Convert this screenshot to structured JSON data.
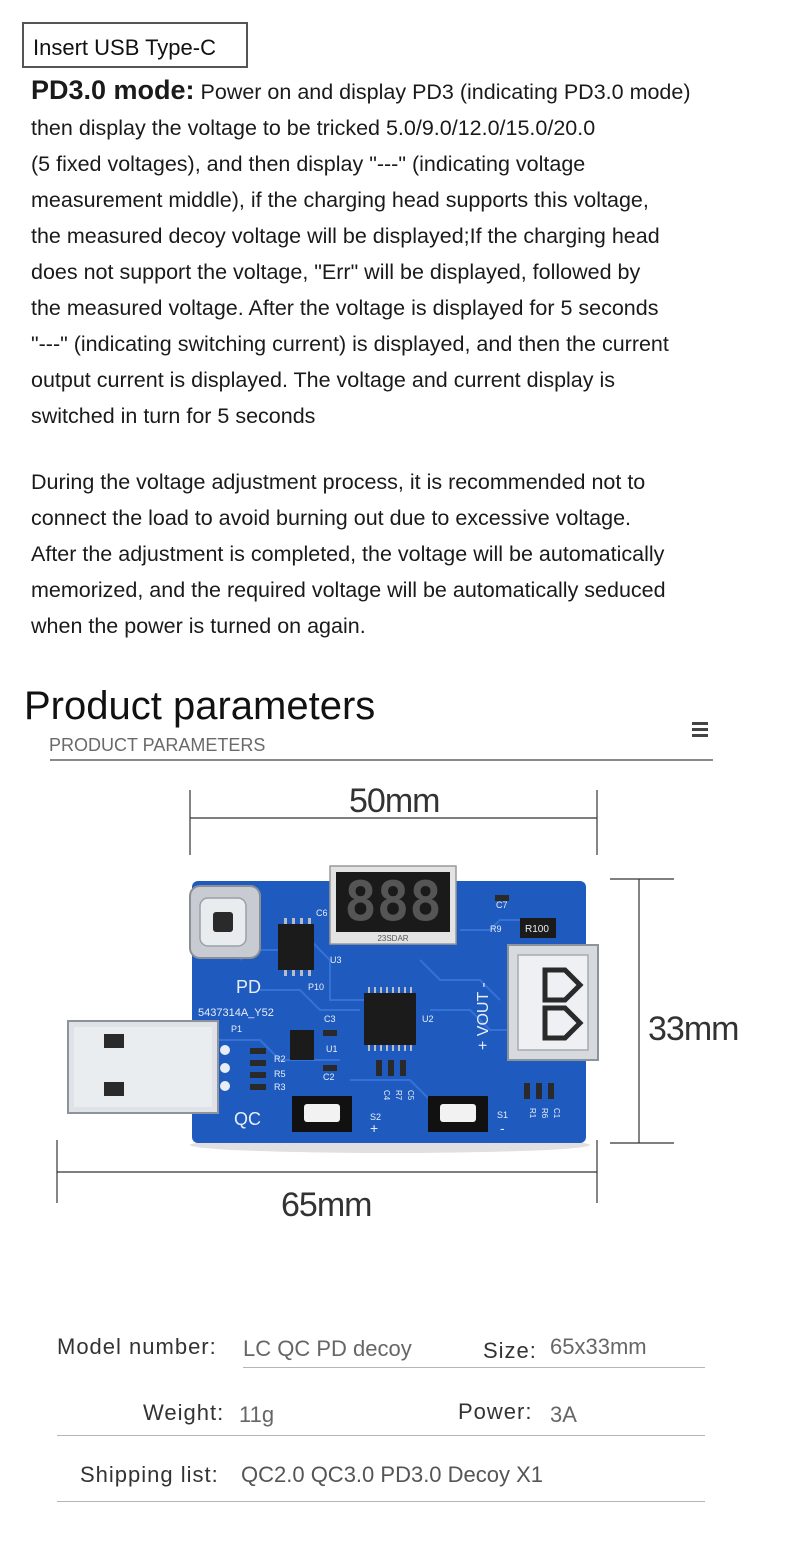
{
  "badge": "Insert USB Type-C",
  "intro": {
    "lead": "PD3.0 mode:",
    "text": " Power on and display PD3 (indicating PD3.0 mode)\nthen display the voltage to be tricked 5.0/9.0/12.0/15.0/20.0\n(5 fixed voltages), and then display \"---\" (indicating voltage\nmeasurement middle), if the charging head supports this voltage,\nthe measured decoy voltage will be displayed;If the charging head\ndoes not support the voltage, \"Err\" will be displayed, followed by\nthe measured voltage. After the voltage is displayed for 5 seconds\n\"---\" (indicating switching current) is displayed, and then the current\n output current is displayed. The voltage and current display is\nswitched in turn for 5 seconds"
  },
  "para2": "During the voltage adjustment process, it is recommended not to\nconnect the load to avoid burning out due to excessive voltage.\nAfter the adjustment is completed, the voltage will be automatically\nmemorized, and the required voltage will be automatically seduced\nwhen the power is turned on again.",
  "section": {
    "title": "Product parameters",
    "subtitle": "PRODUCT PARAMETERS"
  },
  "dimensions": {
    "top": "50mm",
    "right": "33mm",
    "bottom": "65mm"
  },
  "board": {
    "display": "888",
    "labels": {
      "pd": "PD",
      "qc": "QC",
      "serial": "5437314A_Y52",
      "u1": "U1",
      "u2": "U2",
      "u3": "U3",
      "r100": "R100",
      "vout": "+ VOUT -",
      "s1": "S1",
      "s2": "S2",
      "p1": "P1",
      "c2": "C2",
      "c3": "C3",
      "c6": "C6",
      "c7": "C7",
      "r9": "R9",
      "r2": "R2",
      "r3": "R3",
      "r5": "R5",
      "p10": "P10",
      "c4": "C4",
      "r7": "R7",
      "c5": "C5",
      "r1": "R1",
      "r6": "R6",
      "c1": "C1",
      "plus": "+",
      "minus": "-",
      "part": "23SDAR"
    }
  },
  "specs": {
    "model_label": "Model number:",
    "model_value": "LC QC PD decoy",
    "size_label": "Size:",
    "size_value": "65x33mm",
    "weight_label": "Weight:",
    "weight_value": "11g",
    "power_label": "Power:",
    "power_value": "3A",
    "shipping_label": "Shipping list:",
    "shipping_value": "QC2.0 QC3.0 PD3.0 Decoy X1"
  },
  "colors": {
    "pcb": "#1f5bbf",
    "pcb_trace": "#3a78dc",
    "silkscreen": "#e8eef8",
    "text": "#1a1a1a"
  }
}
